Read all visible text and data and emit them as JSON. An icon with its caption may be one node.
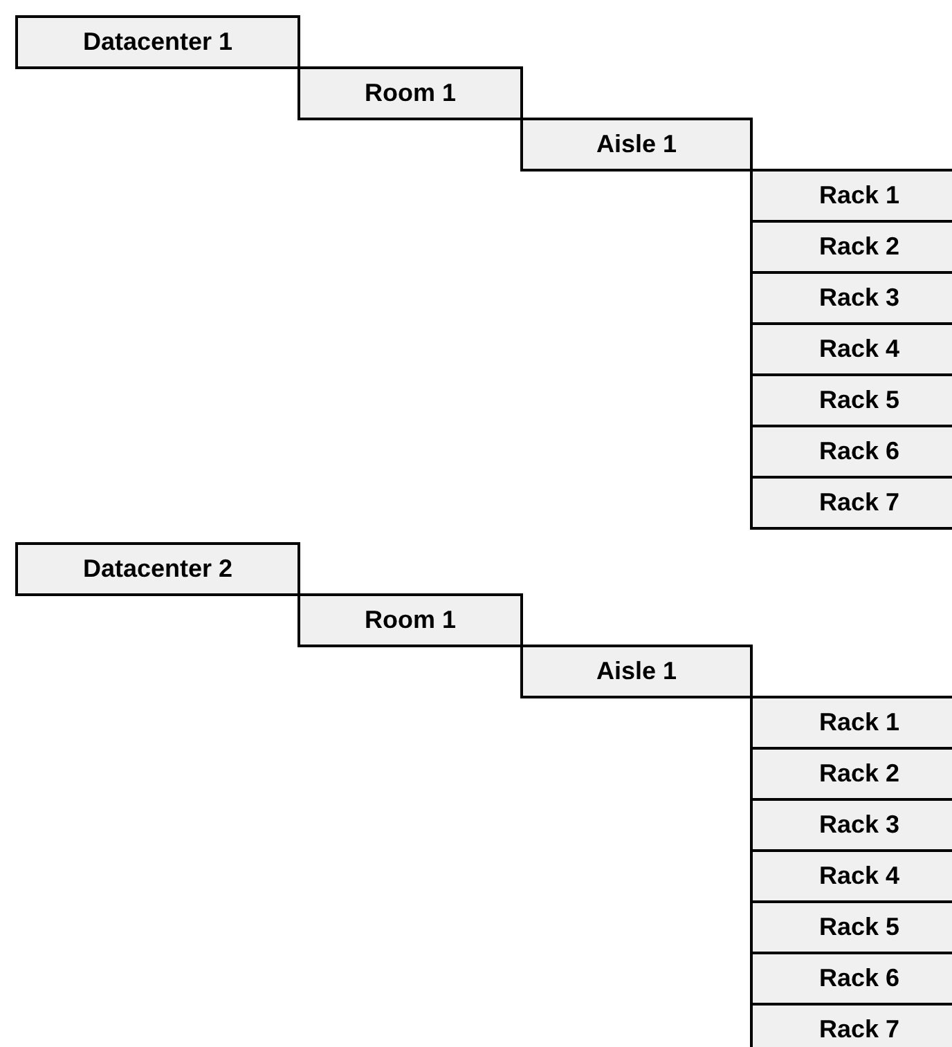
{
  "diagram": {
    "nodes": [
      {
        "text": [
          "Datacenter 1"
        ]
      },
      {
        "text": [
          "Room 1"
        ]
      },
      {
        "text": [
          "Aisle 1"
        ]
      },
      {
        "text": [
          "Rack 1"
        ]
      },
      {
        "text": [
          "Rack 2"
        ]
      },
      {
        "text": [
          "Rack 3"
        ]
      },
      {
        "text": [
          "Rack 4"
        ]
      },
      {
        "text": [
          "Rack 5"
        ]
      },
      {
        "text": [
          "Rack 6"
        ]
      },
      {
        "text": [
          "Rack 7"
        ]
      },
      {
        "text": [
          "Datacenter 2"
        ]
      },
      {
        "text": [
          "Room 1"
        ]
      },
      {
        "text": [
          "Aisle 1"
        ]
      },
      {
        "text": [
          "Rack 1"
        ]
      },
      {
        "text": [
          "Rack 2"
        ]
      },
      {
        "text": [
          "Rack 3"
        ]
      },
      {
        "text": [
          "Rack 4"
        ]
      },
      {
        "text": [
          "Rack 5"
        ]
      },
      {
        "text": [
          "Rack 6"
        ]
      },
      {
        "text": [
          "Rack 7"
        ]
      }
    ]
  }
}
